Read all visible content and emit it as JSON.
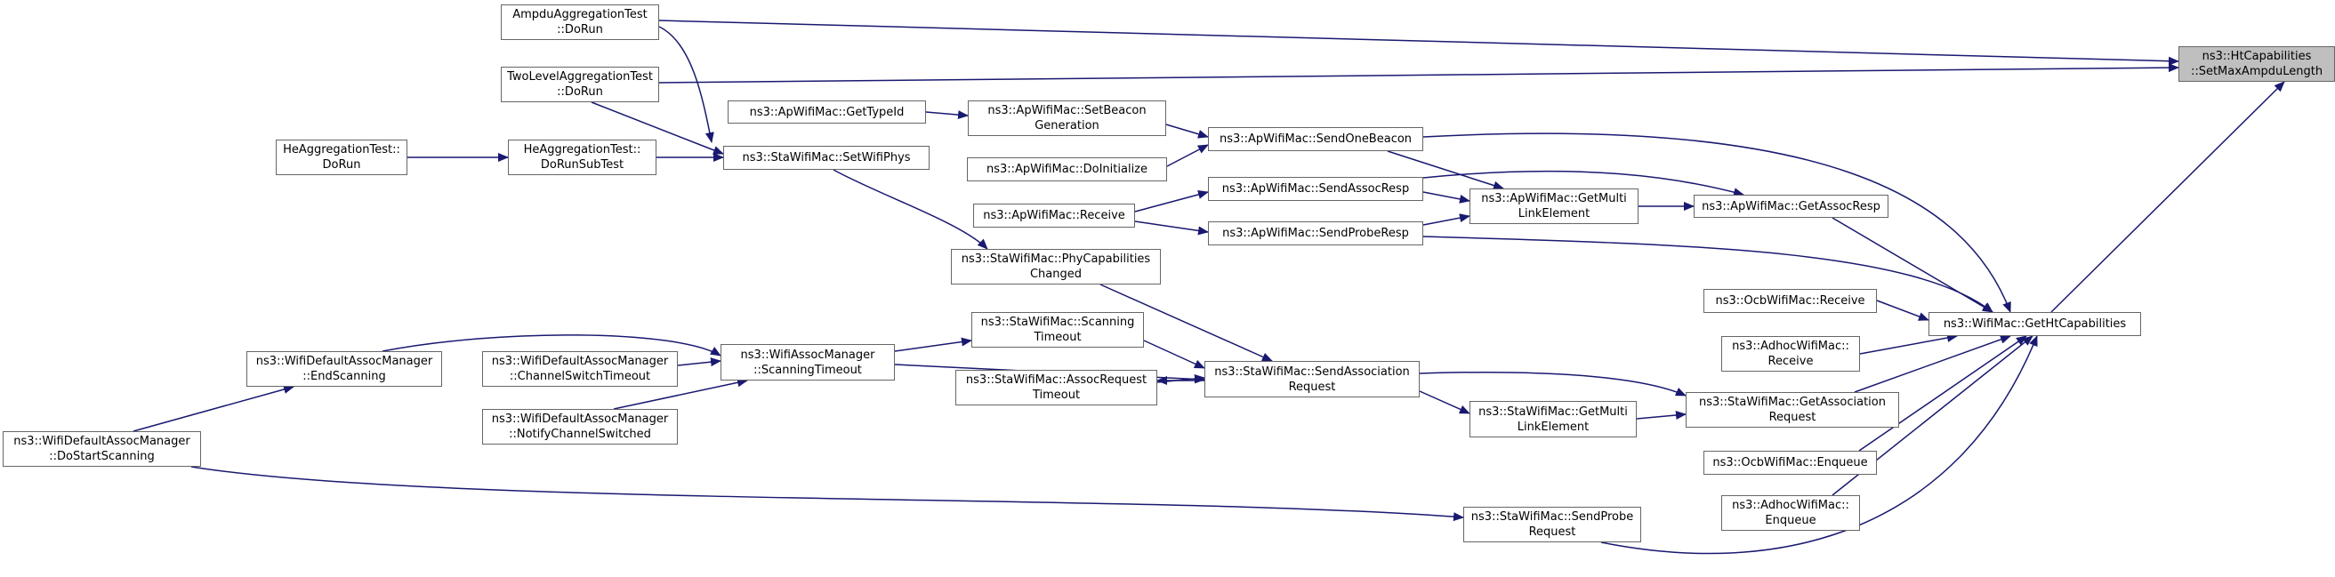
{
  "diagram": {
    "type": "doxygen-caller-graph",
    "node_fill": "#ffffff",
    "root_fill": "#bfbfbf",
    "edge_color": "#191970",
    "nodes": {
      "root": [
        "ns3::HtCapabilities",
        "::SetMaxAmpduLength"
      ],
      "ampdu": [
        "AmpduAggregationTest",
        "::DoRun"
      ],
      "twolevel": [
        "TwoLevelAggregationTest",
        "::DoRun"
      ],
      "getTypeId": [
        "ns3::ApWifiMac::GetTypeId"
      ],
      "setBeacon": [
        "ns3::ApWifiMac::SetBeacon",
        "Generation"
      ],
      "heRun": [
        "HeAggregationTest::",
        "DoRun"
      ],
      "heSub": [
        "HeAggregationTest::",
        "DoRunSubTest"
      ],
      "setPhys": [
        "ns3::StaWifiMac::SetWifiPhys"
      ],
      "doInit": [
        "ns3::ApWifiMac::DoInitialize"
      ],
      "sendBeacon": [
        "ns3::ApWifiMac::SendOneBeacon"
      ],
      "sendAssocResp": [
        "ns3::ApWifiMac::SendAssocResp"
      ],
      "apReceive": [
        "ns3::ApWifiMac::Receive"
      ],
      "apGetMulti": [
        "ns3::ApWifiMac::GetMulti",
        "LinkElement"
      ],
      "getAssocResp": [
        "ns3::ApWifiMac::GetAssocResp"
      ],
      "sendProbeResp": [
        "ns3::ApWifiMac::SendProbeResp"
      ],
      "phyCap": [
        "ns3::StaWifiMac::PhyCapabilities",
        "Changed"
      ],
      "ocbReceive": [
        "ns3::OcbWifiMac::Receive"
      ],
      "getHt": [
        "ns3::WifiMac::GetHtCapabilities"
      ],
      "adhocReceive": [
        "ns3::AdhocWifiMac::",
        "Receive"
      ],
      "scanTimeout": [
        "ns3::StaWifiMac::Scanning",
        "Timeout"
      ],
      "endScanning": [
        "ns3::WifiDefaultAssocManager",
        "::EndScanning"
      ],
      "chanSwitchTimeout": [
        "ns3::WifiDefaultAssocManager",
        "::ChannelSwitchTimeout"
      ],
      "assocMgrScan": [
        "ns3::WifiAssocManager",
        "::ScanningTimeout"
      ],
      "sendAssocReq": [
        "ns3::StaWifiMac::SendAssociation",
        "Request"
      ],
      "assocReqTimeout": [
        "ns3::StaWifiMac::AssocRequest",
        "Timeout"
      ],
      "getAssocReq": [
        "ns3::StaWifiMac::GetAssociation",
        "Request"
      ],
      "staGetMulti": [
        "ns3::StaWifiMac::GetMulti",
        "LinkElement"
      ],
      "notifyChan": [
        "ns3::WifiDefaultAssocManager",
        "::NotifyChannelSwitched"
      ],
      "doStartScan": [
        "ns3::WifiDefaultAssocManager",
        "::DoStartScanning"
      ],
      "ocbEnqueue": [
        "ns3::OcbWifiMac::Enqueue"
      ],
      "adhocEnqueue": [
        "ns3::AdhocWifiMac::",
        "Enqueue"
      ],
      "sendProbeReq": [
        "ns3::StaWifiMac::SendProbe",
        "Request"
      ]
    },
    "edges": [
      [
        "ampdu",
        "root"
      ],
      [
        "twolevel",
        "root"
      ],
      [
        "getHt",
        "root"
      ],
      [
        "ampdu",
        "setPhys"
      ],
      [
        "twolevel",
        "setPhys"
      ],
      [
        "heRun",
        "heSub"
      ],
      [
        "heSub",
        "setPhys"
      ],
      [
        "getTypeId",
        "setBeacon"
      ],
      [
        "setBeacon",
        "sendBeacon"
      ],
      [
        "doInit",
        "sendBeacon"
      ],
      [
        "sendBeacon",
        "apGetMulti"
      ],
      [
        "sendBeacon",
        "getHt"
      ],
      [
        "apReceive",
        "sendAssocResp"
      ],
      [
        "apReceive",
        "sendProbeResp"
      ],
      [
        "sendAssocResp",
        "apGetMulti"
      ],
      [
        "sendProbeResp",
        "apGetMulti"
      ],
      [
        "sendAssocResp",
        "getAssocResp"
      ],
      [
        "apGetMulti",
        "getAssocResp"
      ],
      [
        "getAssocResp",
        "getHt"
      ],
      [
        "sendProbeResp",
        "getHt"
      ],
      [
        "setPhys",
        "phyCap"
      ],
      [
        "phyCap",
        "sendAssocReq"
      ],
      [
        "ocbReceive",
        "getHt"
      ],
      [
        "adhocReceive",
        "getHt"
      ],
      [
        "scanTimeout",
        "sendAssocReq"
      ],
      [
        "assocReqTimeout",
        "sendAssocReq"
      ],
      [
        "sendAssocReq",
        "assocReqTimeout"
      ],
      [
        "assocMgrScan",
        "scanTimeout"
      ],
      [
        "chanSwitchTimeout",
        "assocMgrScan"
      ],
      [
        "endScanning",
        "assocMgrScan"
      ],
      [
        "notifyChan",
        "assocMgrScan"
      ],
      [
        "doStartScan",
        "endScanning"
      ],
      [
        "assocMgrScan",
        "sendAssocReq"
      ],
      [
        "sendAssocReq",
        "getAssocReq"
      ],
      [
        "staGetMulti",
        "getAssocReq"
      ],
      [
        "sendAssocReq",
        "staGetMulti"
      ],
      [
        "getAssocReq",
        "getHt"
      ],
      [
        "ocbEnqueue",
        "getHt"
      ],
      [
        "adhocEnqueue",
        "getHt"
      ],
      [
        "doStartScan",
        "sendProbeReq"
      ],
      [
        "sendProbeReq",
        "getHt"
      ]
    ]
  }
}
